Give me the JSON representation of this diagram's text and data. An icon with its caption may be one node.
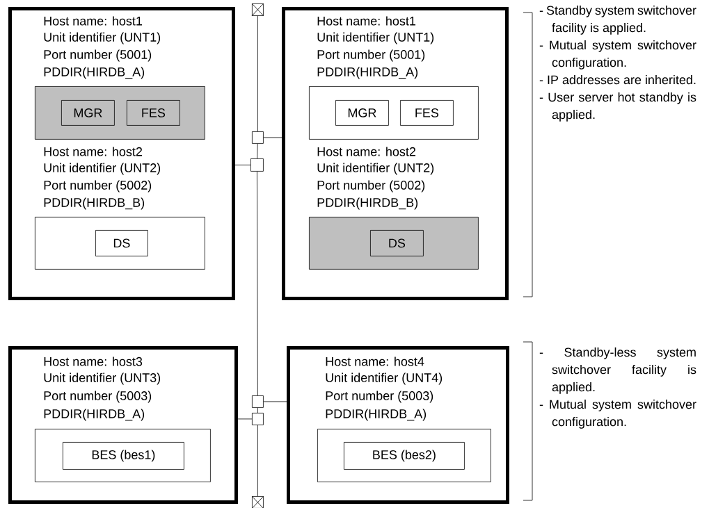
{
  "diagram": {
    "nodes": [
      {
        "text": [
          "Host name: host1",
          "Unit identifier (UNT1)",
          "Port number (5001)",
          "PDDIR(HIRDB_A)",
          "Host name: host2",
          "Unit identifier (UNT2)",
          "Port number (5002)",
          "PDDIR(HIRDB_B)"
        ]
      },
      {
        "text": [],
        "shape": "box",
        "in": 0
      },
      {
        "text": [
          "MGR"
        ],
        "in": 1
      },
      {
        "text": [
          "FES"
        ],
        "in": 1
      },
      {
        "text": [],
        "shape": "box",
        "in": 0
      },
      {
        "text": [
          "DS"
        ],
        "in": 4
      },
      {
        "text": [
          "Host name: host1",
          "Unit identifier (UNT1)",
          "Port number (5001)",
          "PDDIR(HIRDB_A)",
          "Host name: host2",
          "Unit identifier (UNT2)",
          "Port number (5002)",
          "PDDIR(HIRDB_B)"
        ]
      },
      {
        "text": [],
        "shape": "box",
        "in": 6
      },
      {
        "text": [
          "MGR"
        ],
        "in": 7
      },
      {
        "text": [
          "FES"
        ],
        "in": 7
      },
      {
        "text": [],
        "shape": "box",
        "in": 6
      },
      {
        "text": [
          "DS"
        ],
        "in": 10
      },
      {
        "text": [
          "Host name: host3",
          "Unit identifier (UNT3)",
          "Port number (5003)",
          "PDDIR(HIRDB_A)"
        ]
      },
      {
        "text": [],
        "shape": "box",
        "in": 12
      },
      {
        "text": [
          "BES (bes1)"
        ],
        "in": 13
      },
      {
        "text": [
          "Host name: host4",
          "Unit identifier (UNT4)",
          "Port number (5003)",
          "PDDIR(HIRDB_A)"
        ]
      },
      {
        "text": [],
        "shape": "box",
        "in": 15
      },
      {
        "text": [
          "BES (bes2)"
        ],
        "in": 16
      },
      {
        "text": [],
        "shape": "box"
      },
      {
        "text": [],
        "shape": "box"
      },
      {
        "text": [],
        "shape": "box"
      },
      {
        "text": [],
        "shape": "box"
      },
      {
        "text": [],
        "shape": "box"
      },
      {
        "text": [],
        "shape": "box"
      }
    ],
    "edges": [
      {
        "from": 18,
        "to": 19,
        "arrow": "none"
      },
      {
        "from": 19,
        "to": 20,
        "arrow": "none"
      },
      {
        "from": 20,
        "to": 21,
        "arrow": "none"
      },
      {
        "from": 21,
        "to": 22,
        "arrow": "none"
      },
      {
        "from": 22,
        "to": 23,
        "arrow": "none"
      },
      {
        "from": 19,
        "to": 6,
        "arrow": "none"
      },
      {
        "from": 20,
        "to": 0,
        "arrow": "none"
      },
      {
        "from": 21,
        "to": 15,
        "arrow": "none"
      },
      {
        "from": 22,
        "to": 12,
        "arrow": "none"
      }
    ],
    "labels": [
      "- Standby system switchover facility is applied.",
      "- Mutual system switchover configuration.",
      "- IP addresses are inherited.",
      "- User server hot standby is applied.",
      "- Standby-less system switchover facility is applied.",
      "- Mutual system switchover configuration."
    ]
  }
}
